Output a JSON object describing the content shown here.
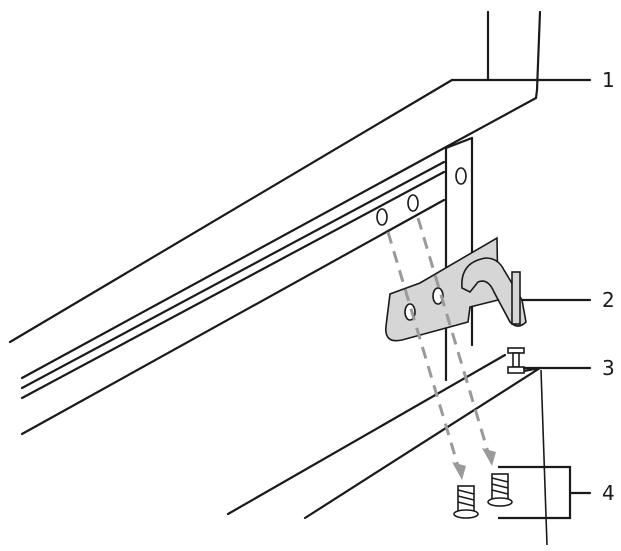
{
  "callouts": [
    {
      "id": "1",
      "label": "1"
    },
    {
      "id": "2",
      "label": "2"
    },
    {
      "id": "3",
      "label": "3"
    },
    {
      "id": "4",
      "label": "4"
    }
  ],
  "colors": {
    "line": "#1a1a1a",
    "plate": "#d6d6d6",
    "arrow": "#9a9a9a",
    "background": "#ffffff"
  }
}
